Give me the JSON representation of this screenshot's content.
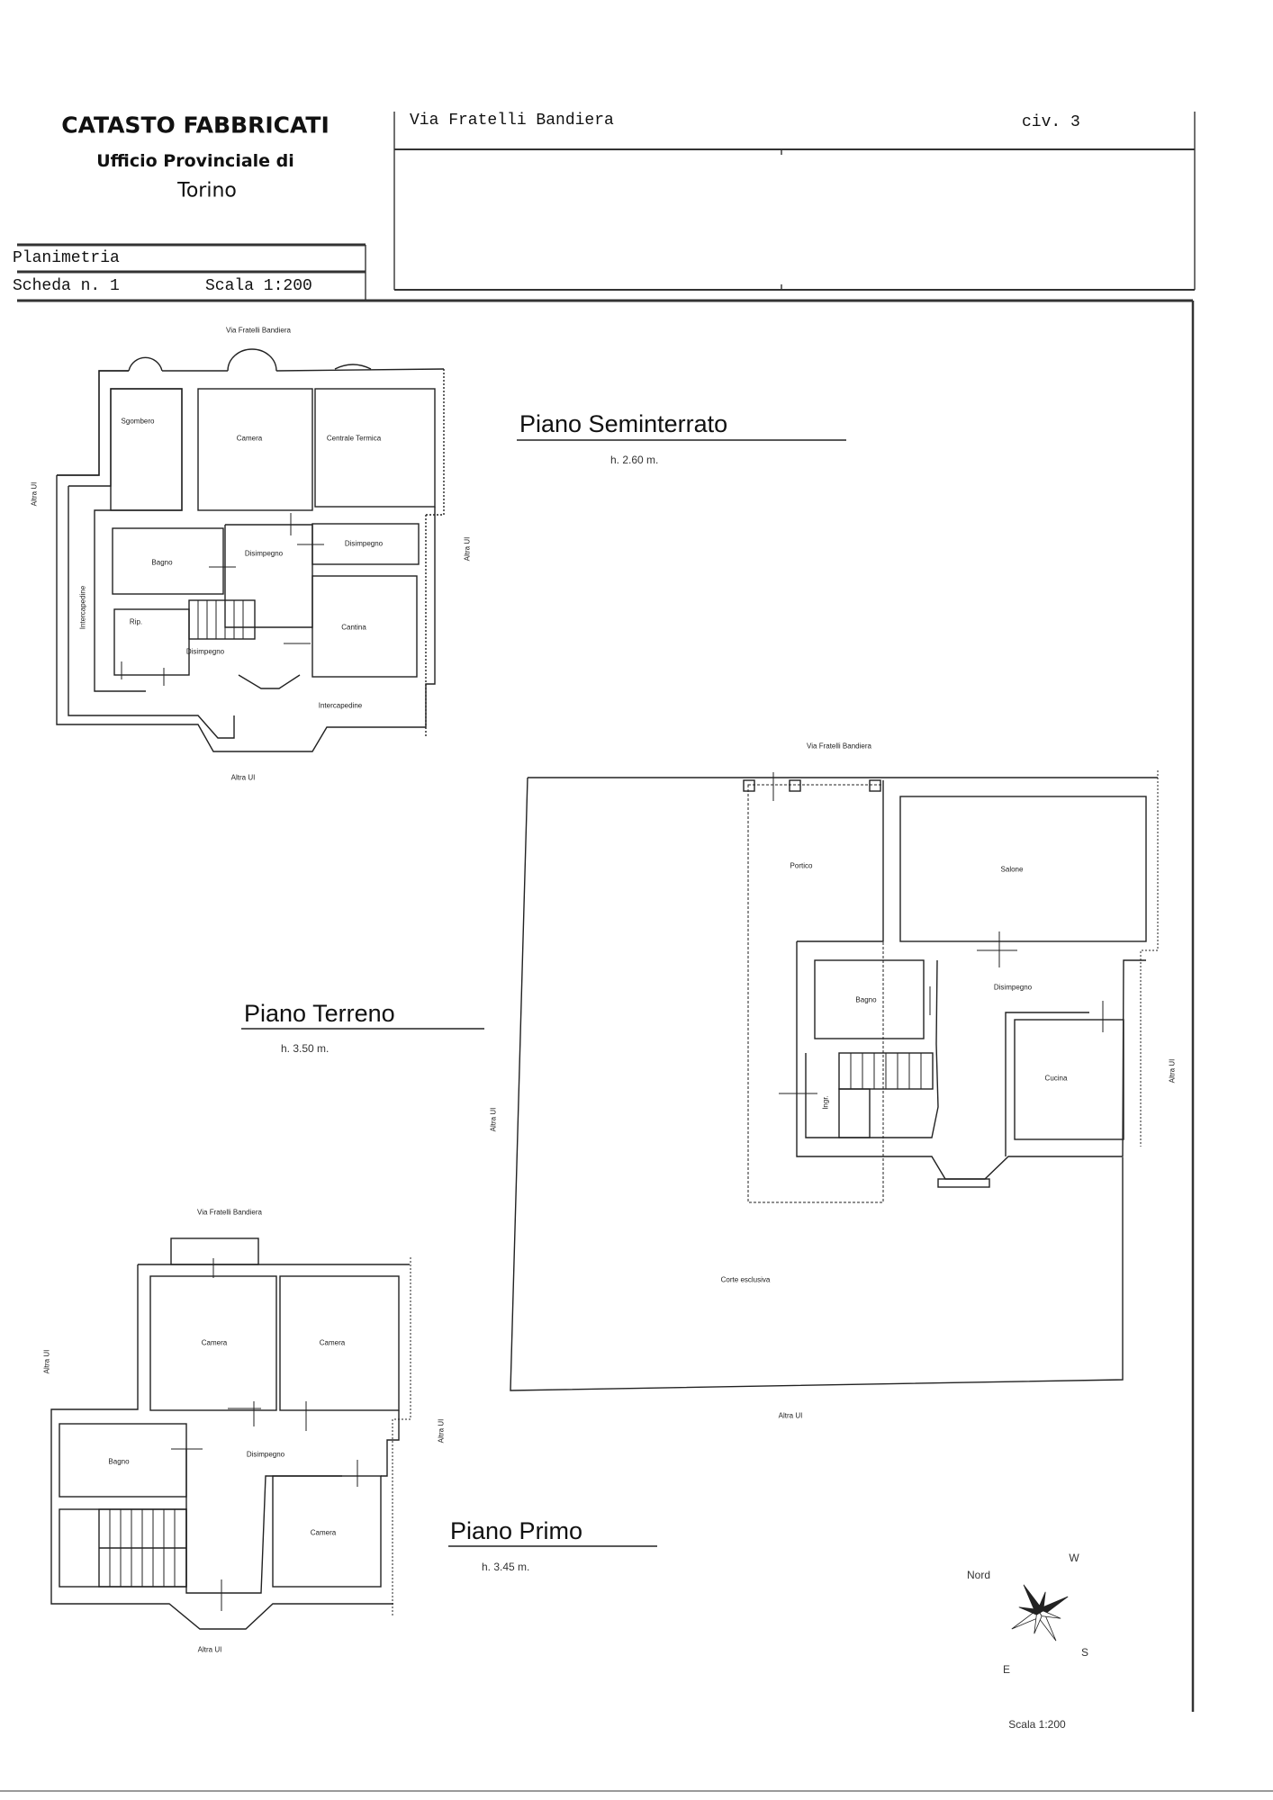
{
  "header": {
    "title": "CATASTO FABBRICATI",
    "office": "Ufficio Provinciale di",
    "city": "Torino",
    "planimetria": "Planimetria",
    "scheda": "Scheda n. 1",
    "scala": "Scala 1:200",
    "address": "Via Fratelli Bandiera",
    "civico": "civ. 3"
  },
  "plans": {
    "seminterrato": {
      "title": "Piano Seminterrato",
      "height": "h. 2.60 m.",
      "street": "Via Fratelli Bandiera",
      "rooms": [
        "Sgombero",
        "Camera",
        "Centrale Termica",
        "Disimpegno",
        "Bagno",
        "Disimpegno",
        "Intercapedine",
        "Rip.",
        "Disimpegno",
        "Cantina",
        "Intercapedine"
      ],
      "neighbors": [
        "Altra UI",
        "Altra UI",
        "Altra UI"
      ]
    },
    "terreno": {
      "title": "Piano Terreno",
      "height": "h. 3.50 m.",
      "street": "Via Fratelli Bandiera",
      "rooms": [
        "Portico",
        "Salone",
        "Bagno",
        "Disimpegno",
        "Cucina",
        "Ingr.",
        "Corte esclusiva"
      ],
      "neighbors": [
        "Altra UI",
        "Altra UI",
        "Altra UI"
      ]
    },
    "primo": {
      "title": "Piano Primo",
      "height": "h. 3.45 m.",
      "street": "Via Fratelli Bandiera",
      "rooms": [
        "Camera",
        "Camera",
        "Bagno",
        "Disimpegno",
        "Camera"
      ],
      "neighbors": [
        "Altra UI",
        "Altra UI",
        "Altra UI"
      ]
    }
  },
  "compass": {
    "north_label": "Nord",
    "w": "W",
    "s": "S",
    "e": "E"
  },
  "footer_scale": "Scala 1:200"
}
